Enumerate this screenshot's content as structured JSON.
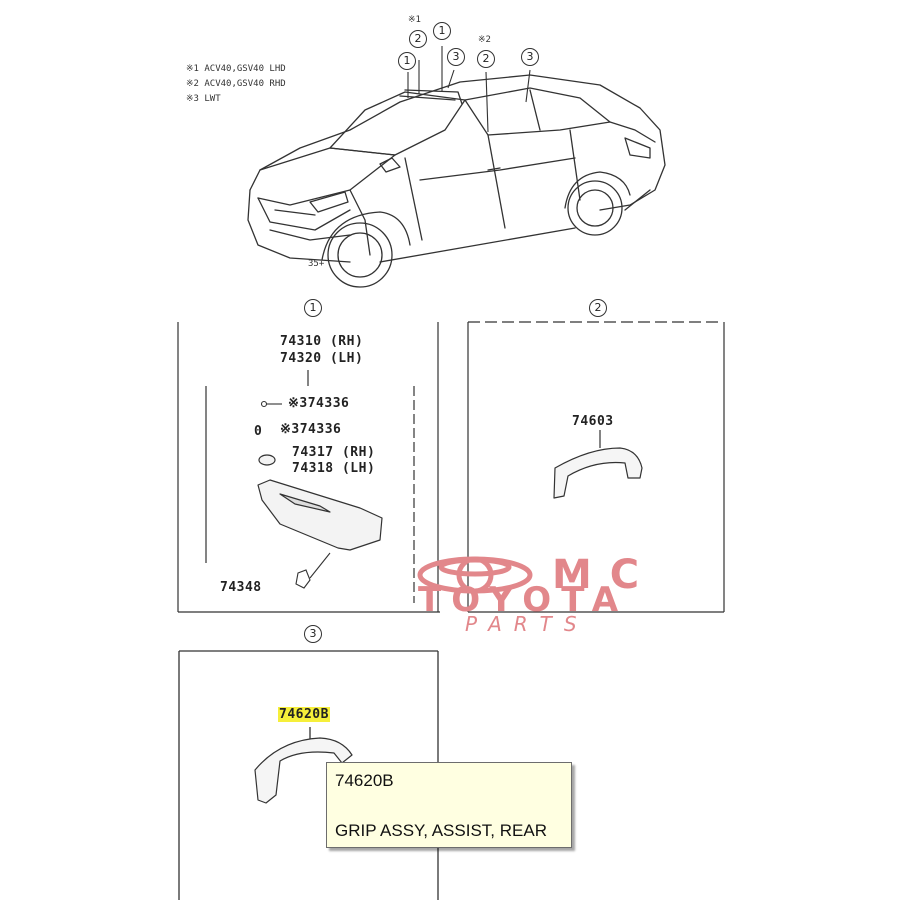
{
  "notes": [
    "※1 ACV40,GSV40 LHD",
    "※2 ACV40,GSV40 RHD",
    "※3 LWT"
  ],
  "car_callouts": {
    "asterisk1": "※1",
    "asterisk2": "※2",
    "c1a": "1",
    "c1b": "1",
    "c2a": "2",
    "c2b": "2",
    "c3a": "3",
    "c3b": "3",
    "plate": "35+"
  },
  "panels": {
    "p1": {
      "label": "1",
      "visor_rh": "74310 (RH)",
      "visor_lh": "74320 (LH)",
      "screw": "※374336",
      "zero": "0",
      "clip": "※374336",
      "holder_rh": "74317 (RH)",
      "holder_lh": "74318 (LH)",
      "bracket": "74348"
    },
    "p2": {
      "label": "2",
      "grip": "74603"
    },
    "p3": {
      "label": "3",
      "grip": "74620B"
    }
  },
  "tooltip": {
    "part_number": "74620B",
    "description": "GRIP ASSY, ASSIST, REAR"
  },
  "watermark": {
    "line1": "MC",
    "line2": "TOYOTA",
    "line3": "PARTS",
    "color": "#e2878b"
  }
}
